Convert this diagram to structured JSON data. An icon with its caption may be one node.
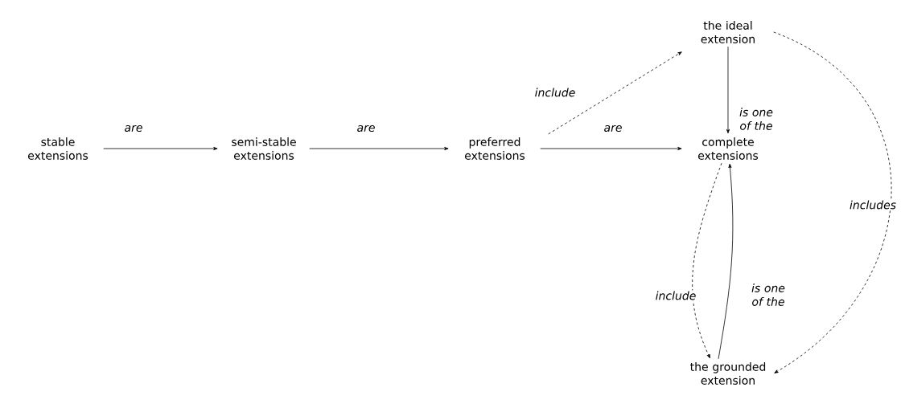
{
  "diagram": {
    "nodes": [
      {
        "text": [
          "stable extensions"
        ]
      },
      {
        "text": [
          "semi-stable extensions"
        ]
      },
      {
        "text": [
          "preferred extensions"
        ]
      },
      {
        "text": [
          "the ideal extension"
        ]
      },
      {
        "text": [
          "complete extensions"
        ]
      },
      {
        "text": [
          "the grounded extension"
        ]
      }
    ],
    "edges": [
      {
        "from": 0,
        "to": 1,
        "arrow": "to",
        "label": "are"
      },
      {
        "from": 1,
        "to": 2,
        "arrow": "to",
        "label": "are"
      },
      {
        "from": 2,
        "to": 4,
        "arrow": "to",
        "label": "are"
      },
      {
        "from": 2,
        "to": 3,
        "arrow": "to",
        "label": "include",
        "style": "dashed"
      },
      {
        "from": 3,
        "to": 4,
        "arrow": "to",
        "label": "is one of the"
      },
      {
        "from": 3,
        "to": 5,
        "arrow": "to",
        "label": "includes",
        "style": "dashed"
      },
      {
        "from": 4,
        "to": 5,
        "arrow": "to",
        "label": "include",
        "style": "dashed"
      },
      {
        "from": 5,
        "to": 4,
        "arrow": "to",
        "label": "is one of the"
      }
    ]
  }
}
